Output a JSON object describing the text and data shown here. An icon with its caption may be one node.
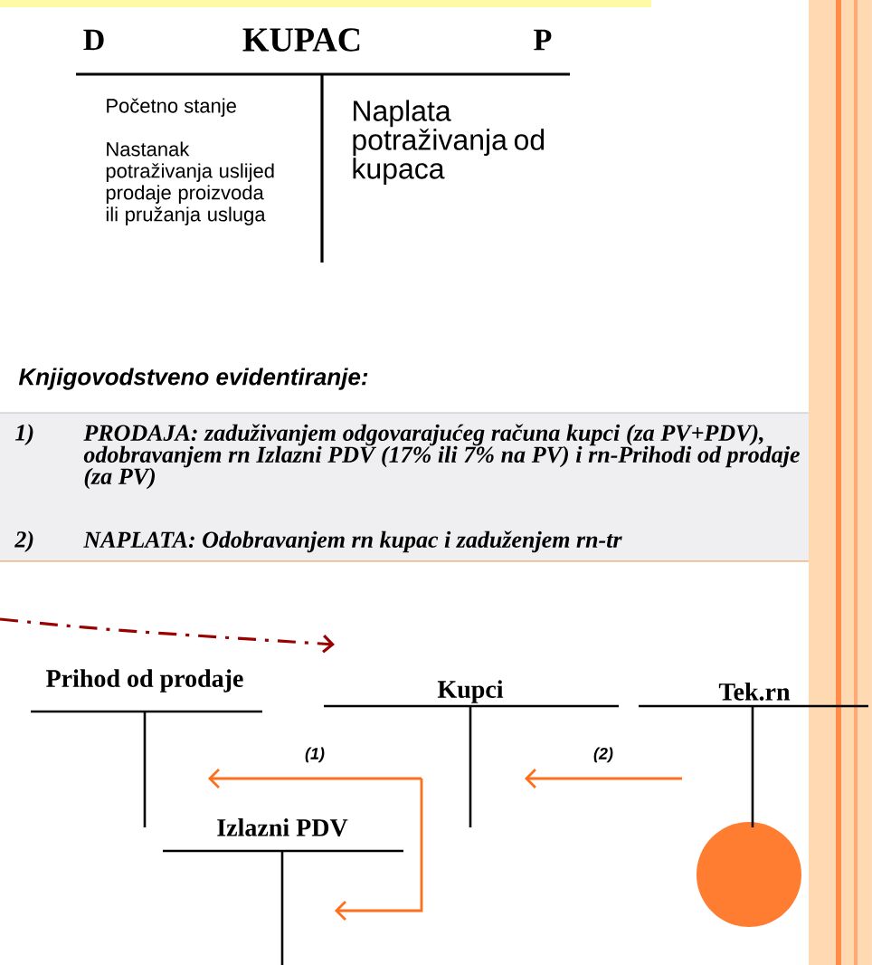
{
  "diagram": {
    "nodes": [
      {
        "text": [
          "Prihod od prodaje"
        ]
      },
      {
        "text": [
          "Kupci"
        ]
      },
      {
        "text": [
          "Tek.rn"
        ]
      },
      {
        "text": [
          "Izlazni PDV"
        ]
      }
    ],
    "edges": [
      {
        "from": 1,
        "to": 0,
        "arrow": "to",
        "label": "(1)"
      },
      {
        "from": 1,
        "to": 3,
        "arrow": "to"
      },
      {
        "from": 2,
        "to": 1,
        "arrow": "to",
        "label": "(2)"
      }
    ],
    "labels": [
      "D",
      "KUPAC",
      "P",
      "Početno stanje",
      "Nastanak potraživanja uslijed prodaje proizvoda ili pružanja usluga",
      "Naplata potraživanja od kupaca",
      "Knjigovodstveno evidentiranje:",
      "1)",
      "PRODAJA: zaduživanjem odgovarajućeg računa kupci (za PV+PDV), odobravanjem  rn Izlazni PDV (17% ili 7% na PV) i rn-Prihodi od prodaje (za PV)",
      "2)",
      "NAPLATA: Odobravanjem rn kupac i zaduženjem rn-tr"
    ]
  }
}
